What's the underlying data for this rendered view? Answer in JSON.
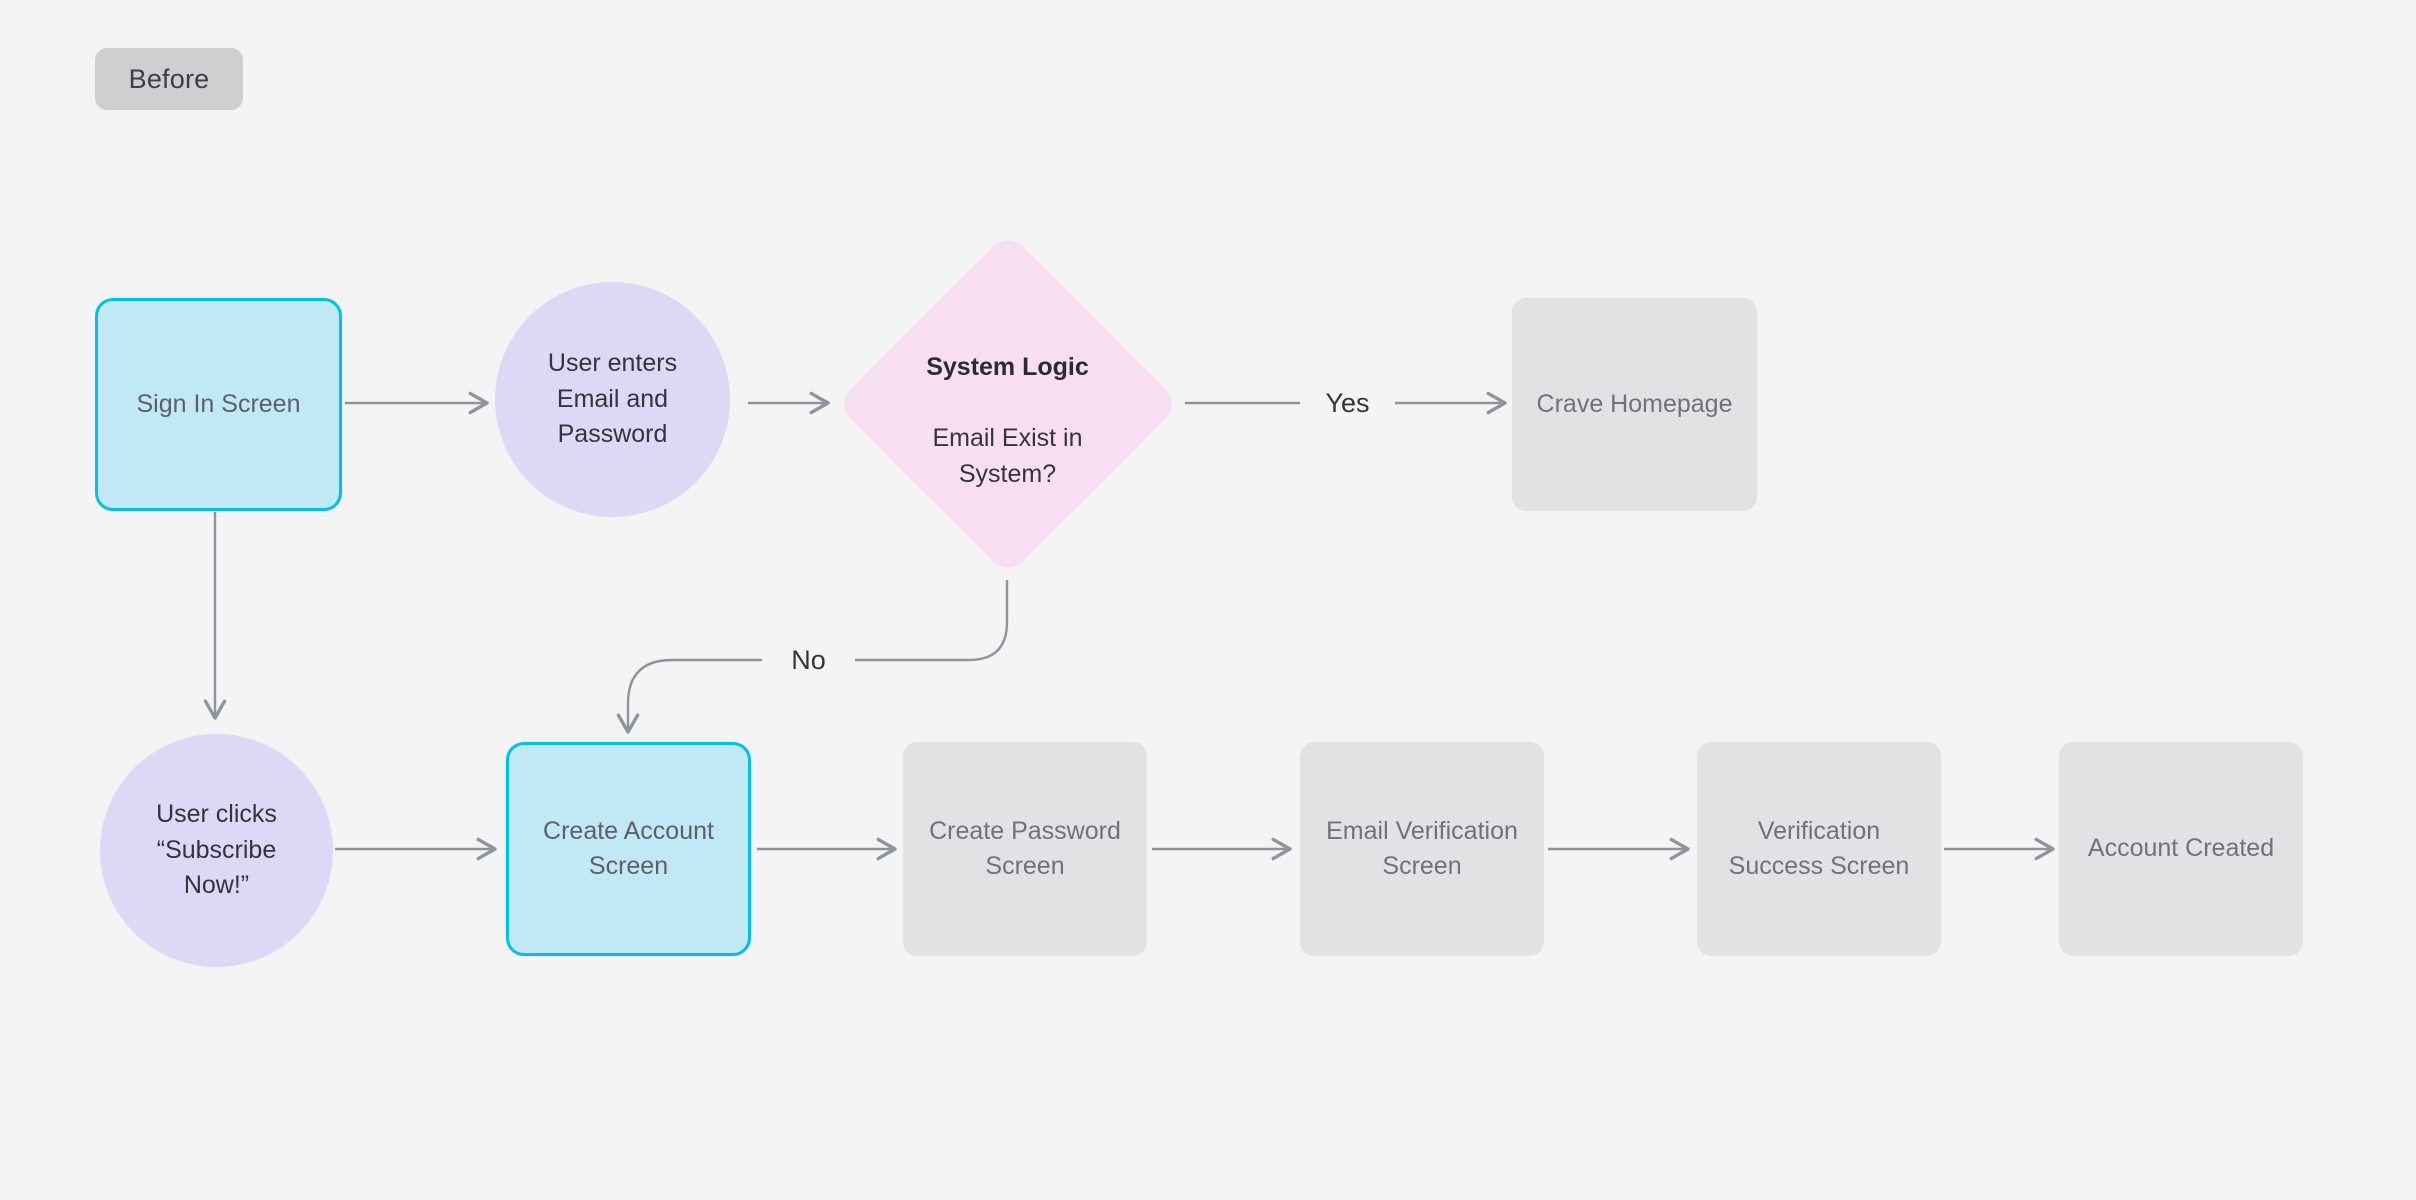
{
  "badge": {
    "label": "Before"
  },
  "canvas": {
    "background_color": "#f4f4f4",
    "edge_color": "#8e939e"
  },
  "palette": {
    "active_fill": "#c1e8f5",
    "active_border": "#00c0f0",
    "muted_fill": "#e2e2e4",
    "circle_fill": "#dcd8f5",
    "diamond_fill": "#f8def2",
    "badge_fill": "#cfcfd1"
  },
  "nodes": {
    "sign_in_screen": {
      "label": "Sign In Screen",
      "shape": "rounded-rect",
      "state": "active"
    },
    "user_enters_credentials": {
      "label": "User enters\nEmail and\nPassword",
      "shape": "circle",
      "state": "process"
    },
    "system_logic": {
      "title": "System Logic",
      "question": "Email Exist in\nSystem?",
      "shape": "diamond",
      "state": "decision"
    },
    "crave_homepage": {
      "label": "Crave Homepage",
      "shape": "rounded-rect",
      "state": "muted"
    },
    "user_clicks_subscribe": {
      "label": "User clicks\n“Subscribe\nNow!”",
      "shape": "circle",
      "state": "process"
    },
    "create_account_screen": {
      "label": "Create Account\nScreen",
      "shape": "rounded-rect",
      "state": "active"
    },
    "create_password_screen": {
      "label": "Create Password\nScreen",
      "shape": "rounded-rect",
      "state": "muted"
    },
    "email_verification_screen": {
      "label": "Email Verification\nScreen",
      "shape": "rounded-rect",
      "state": "muted"
    },
    "verification_success_screen": {
      "label": "Verification\nSuccess Screen",
      "shape": "rounded-rect",
      "state": "muted"
    },
    "account_created": {
      "label": "Account Created",
      "shape": "rounded-rect",
      "state": "muted"
    }
  },
  "edge_labels": {
    "yes": "Yes",
    "no": "No"
  }
}
